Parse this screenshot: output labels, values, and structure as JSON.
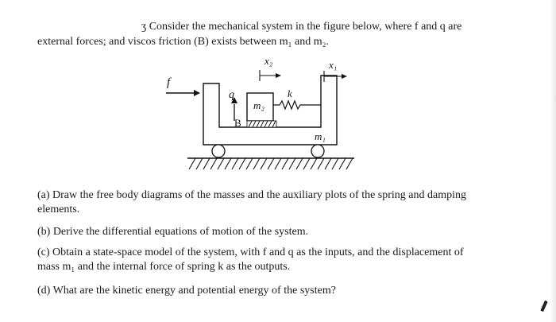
{
  "problem": {
    "intro_mark": "ʒ",
    "intro_line1": "Consider the mechanical system in the figure below, where f and q are",
    "intro_line2": "external forces; and viscos friction (B) exists between m₁ and m₂.",
    "part_a_line1": "(a) Draw the free body diagrams of the masses and the auxiliary plots of the spring and damping",
    "part_a_line2": "elements.",
    "part_b": "(b) Derive the differential equations of motion of the system.",
    "part_c_line1": "(c) Obtain a state-space model of the system, with f and q as the inputs, and the displacement of",
    "part_c_line2": "mass m₁ and the internal force of spring k as the outputs.",
    "part_d": "(d) What are the kinetic energy and potential energy of the system?"
  },
  "figure": {
    "label_f": "f",
    "label_q": "q",
    "label_m2": "m₂",
    "label_m1": "m₁",
    "label_k": "k",
    "label_B": "B",
    "label_x2": "x₂",
    "label_x1": "x₁"
  }
}
